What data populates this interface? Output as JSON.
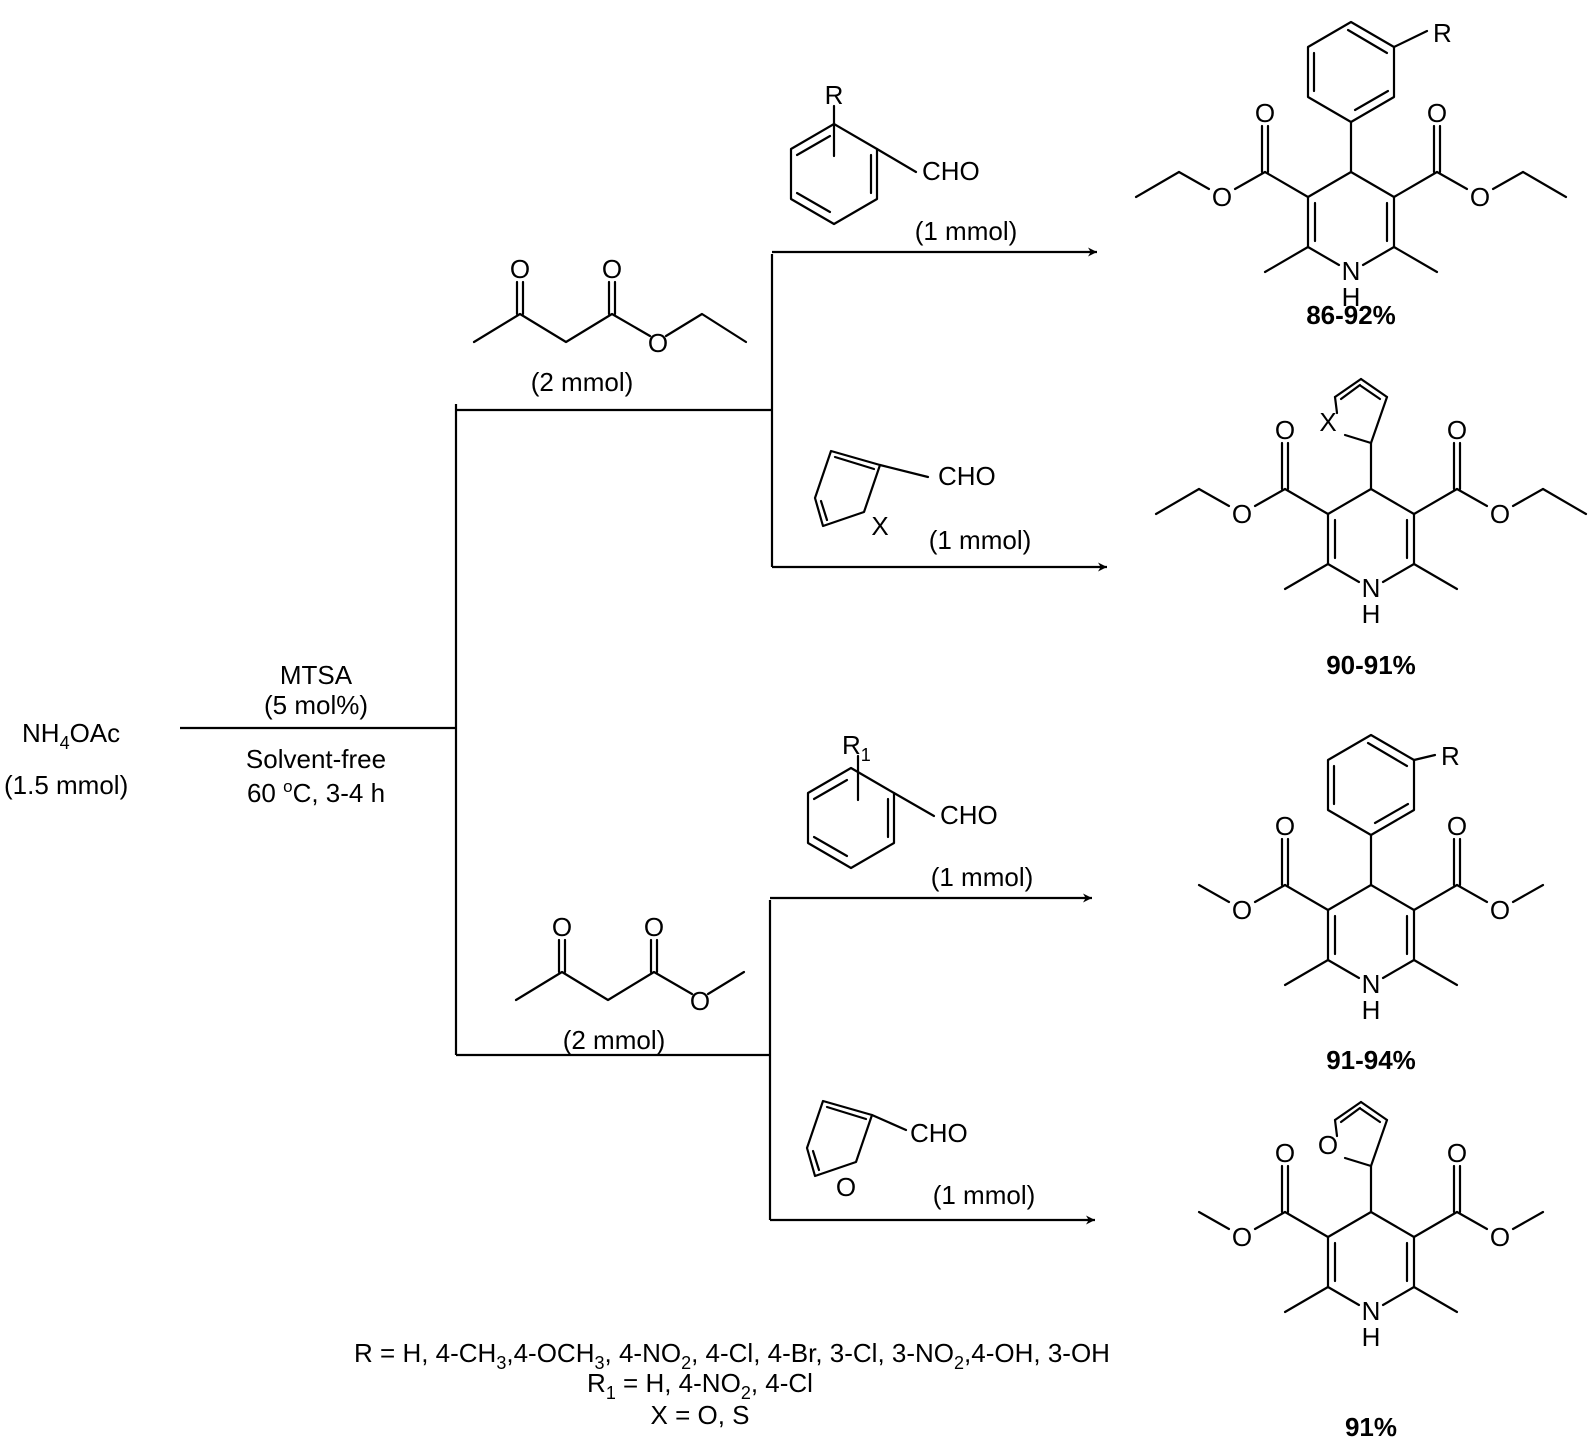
{
  "reagent": {
    "name_main": "NH",
    "name_sub": "4",
    "name_tail": "OAc",
    "amount": "(1.5 mmol)"
  },
  "conditions": {
    "catalyst": "MTSA",
    "loading": "(5 mol%)",
    "solvent": "Solvent-free",
    "temp_value": "60 ",
    "temp_sup": "o",
    "temp_tail": "C, 3-4 h"
  },
  "ketoesters": [
    {
      "amount": "(2 mmol)"
    },
    {
      "amount": "(2 mmol)"
    }
  ],
  "aldehydes": [
    {
      "substituent": "R",
      "substituent_sub": "",
      "group": "CHO",
      "amount": "(1 mmol)"
    },
    {
      "heteroatom": "X",
      "group": "CHO",
      "amount": "(1 mmol)"
    },
    {
      "substituent": "R",
      "substituent_sub": "1",
      "group": "CHO",
      "amount": "(1 mmol)"
    },
    {
      "heteroatom": "O",
      "group": "CHO",
      "amount": "(1 mmol)"
    }
  ],
  "products": [
    {
      "substituent": "R",
      "yield": "86-92%"
    },
    {
      "heteroatom": "X",
      "yield": "90-91%"
    },
    {
      "substituent": "R",
      "yield": "91-94%"
    },
    {
      "heteroatom": "O",
      "yield": "91%"
    }
  ],
  "atoms": {
    "oxygen": "O",
    "nitrogen": "N",
    "hydrogen": "H"
  },
  "notes": {
    "r_line_parts": [
      "R = H, 4-CH",
      "3",
      ",4-OCH",
      "3",
      ", 4-NO",
      "2",
      ", 4-Cl, 4-Br, 3-Cl, 3-NO",
      "2",
      ",4-OH, 3-OH"
    ],
    "r1_line_parts": [
      "R",
      "1",
      " = H, 4-NO",
      "2",
      ", 4-Cl"
    ],
    "x_line": "X = O, S"
  }
}
